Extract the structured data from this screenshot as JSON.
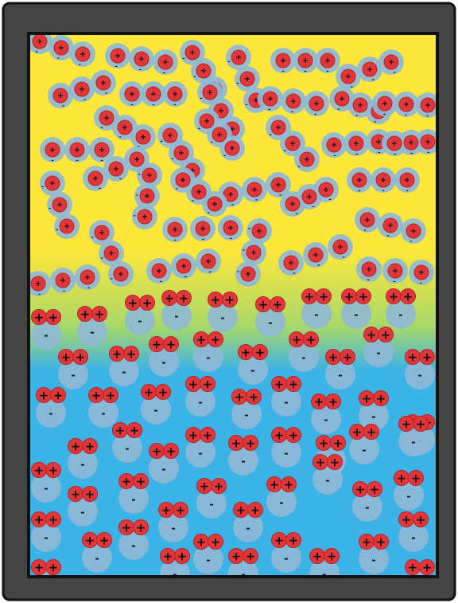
{
  "diagram": {
    "colors": {
      "frame_fill": "#444444",
      "frame_stroke": "#111111",
      "top_phase": "#fde73a",
      "bottom_phase": "#3cb3e6",
      "positive_particle": "#e2373a",
      "negative_particle": "#8fb8d6",
      "charge_mark": "#111111"
    },
    "symbols": {
      "positive_charge": "+",
      "negative_charge": "-"
    },
    "regions": [
      {
        "name": "upper-phase",
        "content": "chains of red positive particles inside grey-blue shells"
      },
      {
        "name": "lower-phase",
        "content": "pairs of red positive particles above blue negative particles"
      }
    ]
  }
}
